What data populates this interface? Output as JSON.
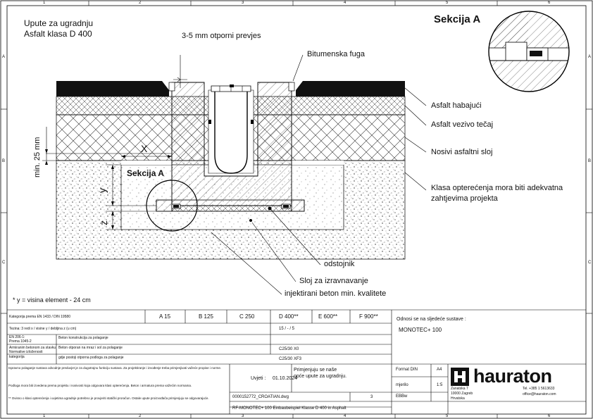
{
  "header": {
    "title_line1": "Upute za ugradnju",
    "title_line2": "Asfalt klasa D 400",
    "section_title": "Sekcija A"
  },
  "frame": {
    "cols": [
      "1",
      "2",
      "3",
      "4",
      "5",
      "6"
    ],
    "rows": [
      "A",
      "B",
      "C"
    ]
  },
  "drawing": {
    "dim_overlap": "3-5 mm otporni prevjes",
    "bitumen_joint": "Bitumenska fuga",
    "dim_min": "min. 25 mm",
    "dim_x": "X",
    "dim_y": "y",
    "dim_z": "z",
    "section_label": "Sekcija A"
  },
  "callouts": {
    "surface_asphalt": "Asfalt habajući",
    "binder_asphalt": "Asfalt vezivo tečaj",
    "base_asphalt": "Nosivi asfaltni sloj",
    "load_class_1": "Klasa opterećenja mora biti adekvatna",
    "load_class_2": "zahtjevima projekta",
    "spacer": "odstojnik",
    "levelling": "Sloj za izravnavanje",
    "concrete": "injektirani beton min. kvalitete"
  },
  "footnote": "* y = visina element - 24 cm",
  "table": {
    "header_label": "Kategorija prema EN 1433 / DIN 19580",
    "classes": [
      "A 15",
      "B 125",
      "C 250",
      "D 400**",
      "E 600**",
      "F 900**"
    ],
    "row1_label": "Tezina: 3 redi x / visine y / debljina z (u cm)",
    "row1_values": [
      "",
      "",
      "",
      "15 / - / 5",
      "",
      ""
    ],
    "row2a_label": "EN 206-1:",
    "row2b_label": "Prema 1045-2",
    "row2_desc": "Beton konstrukcija za polaganje",
    "row2_value": "C25/30 X0",
    "row3a_label": "Armiranim betonom za stavku",
    "row3b_label": "Normative izloženosti",
    "row3c_label": "kategorija",
    "row3_desc": "Beton otporan na mraz i sol za polaganje",
    "row3_value": "C25/30 XF3",
    "row4_desc": "gdje postoji otporna podloga za polaganje",
    "refs_title": "Odnosi se na sljedeće sustave :",
    "refs_system": "MONOTEC+ 100"
  },
  "notes": {
    "p1": "Ispravno polaganje sustava odvodnje preduvjet je za dugotrajnu funkciju sustava. Za projektiranje i izvođenje treba primjenjivati važeće propise i norme.",
    "p2": "Podloga mora biti izvedena prema projektu i nosivosti koja odgovara klasi opterećenja. Beton i armatura prema važećim normama.",
    "p3": "** Ovisno o klasi opterećenja i uvjetima ugradnje potrebno je provjeriti statički proračun. Ostale upute proizvođača primjenjuju se odgovarajuće."
  },
  "titleblock": {
    "state_label": "Uvjeti :",
    "date": "01.10.2024",
    "note_1": "Primjenjuju se naše",
    "note_2": "opće upute za ugradnju.",
    "drawing_no": "0000152772_CROATIAN.dwg",
    "index": "3",
    "format_label": "Format DIN",
    "format_value": "A4",
    "scale_label": "mjerilo",
    "scale_value": "1:5",
    "drawn_by": "EBBw",
    "part_title": "RF-MONOTEC+ 100 Einbaubeispiel Klasse D 400 in Asphalt",
    "company": "hauraton",
    "address_1": "Zanatska 7",
    "address_2": "10000 Zagreb",
    "address_3": "Hrvatska",
    "phone": "Tel. +385 1 5613633",
    "email": "office@hauraton.com"
  }
}
